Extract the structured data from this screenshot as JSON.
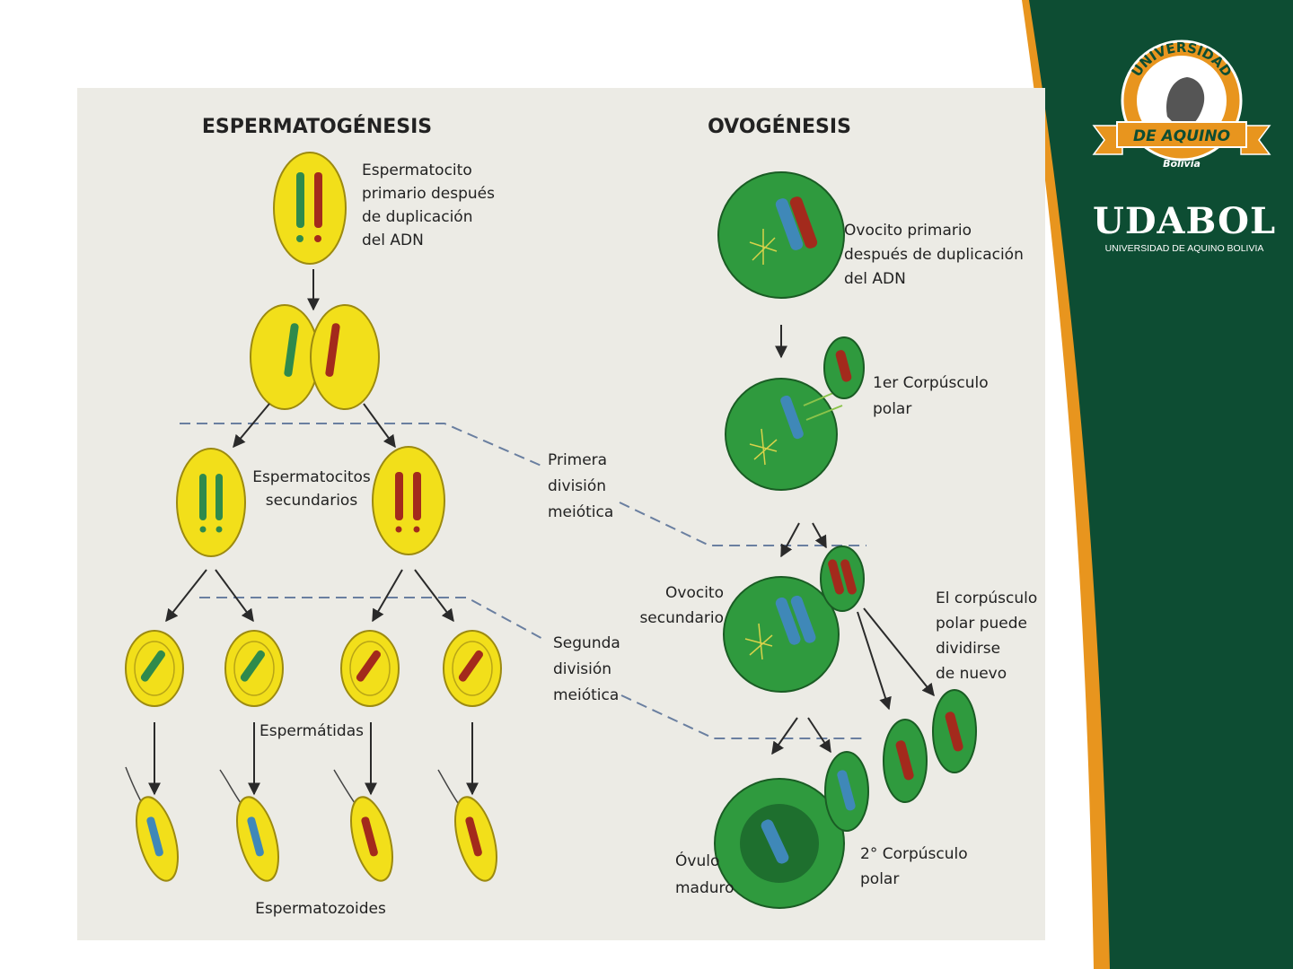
{
  "brand": {
    "seal_text": "UNIVERSIDAD",
    "ribbon_text": "DE AQUINO",
    "country": "Bolivia",
    "name": "UDABOL",
    "subtitle": "UNIVERSIDAD DE AQUINO BOLIVIA"
  },
  "diagram": {
    "left_title": "ESPERMATOGÉNESIS",
    "right_title": "OVOGÉNESIS",
    "labels": {
      "primary_spermatocyte": [
        "Espermatocito",
        "primario después",
        "de duplicación",
        "del ADN"
      ],
      "secondary_spermatocytes": [
        "Espermatocitos",
        "secundarios"
      ],
      "first_division": [
        "Primera",
        "división",
        "meiótica"
      ],
      "second_division": [
        "Segunda",
        "división",
        "meiótica"
      ],
      "spermatids": "Espermátidas",
      "spermatozoa": "Espermatozoides",
      "primary_oocyte": [
        "Ovocito primario",
        "después de duplicación",
        "del ADN"
      ],
      "first_polar_body": [
        "1er Corpúsculo",
        "polar"
      ],
      "secondary_oocyte": [
        "Ovocito",
        "secundario"
      ],
      "polar_body_divide": [
        "El corpúsculo",
        "polar puede",
        "dividirse",
        "de nuevo"
      ],
      "second_polar_body": [
        "2° Corpúsculo",
        "polar"
      ],
      "mature_ovum": [
        "Óvulo",
        "maduro"
      ]
    }
  },
  "colors": {
    "sidebar_green": "#0d4d33",
    "accent_orange": "#e8951e",
    "panel_bg": "#ecebe5",
    "sperm_yellow": "#f2df1a",
    "oocyte_green": "#2f9a3e",
    "chrom_red": "#a32a1c",
    "chrom_blue": "#3f88b8",
    "chrom_green": "#2f8a4c"
  }
}
